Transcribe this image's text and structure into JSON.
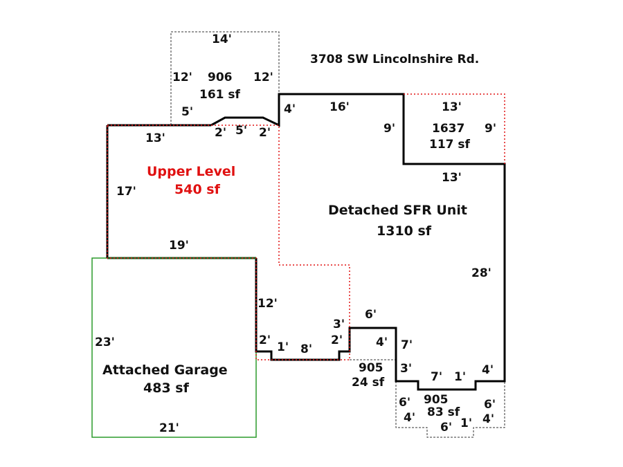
{
  "address": "3708 SW Lincolnshire Rd.",
  "colors": {
    "upper": "#e01010",
    "main": "#000000",
    "garage": "#2a9a2a",
    "other": "#333333"
  },
  "areas": {
    "upper": {
      "name": "Upper Level",
      "size": "540 sf"
    },
    "sfr": {
      "name": "Detached SFR Unit",
      "size": "1310 sf"
    },
    "garage": {
      "name": "Attached Garage",
      "size": "483 sf"
    },
    "a906": {
      "code": "906",
      "size": "161 sf"
    },
    "a1637": {
      "code": "1637",
      "size": "117 sf"
    },
    "a905a": {
      "code": "905",
      "size": "24 sf"
    },
    "a905b": {
      "code": "905",
      "size": "83 sf"
    }
  },
  "dims": {
    "d906_top": "14'",
    "d906_left": "12'",
    "d906_right": "12'",
    "d906_5": "5'",
    "bump_2a": "2'",
    "bump_5": "5'",
    "bump_2b": "2'",
    "upper_top": "13'",
    "upper_left": "17'",
    "upper_bottom": "19'",
    "sfr_4": "4'",
    "sfr_16": "16'",
    "sfr_9": "9'",
    "b1637_top": "13'",
    "b1637_right": "9'",
    "b1637_bottom": "13'",
    "sfr_28": "28'",
    "sfr_12": "12'",
    "step_2a": "2'",
    "step_1": "1'",
    "step_8": "8'",
    "step_2b": "2'",
    "step_3": "3'",
    "step_6": "6'",
    "step_4": "4'",
    "step_7": "7'",
    "step_3b": "3'",
    "bot_7": "7'",
    "bot_1": "1'",
    "bot_4": "4'",
    "b905_6l": "6'",
    "b905_4l": "4'",
    "b905_6r": "6'",
    "b905_4r": "4'",
    "b905_6b": "6'",
    "b905_1b": "1'",
    "garage_left": "23'",
    "garage_bottom": "21'"
  }
}
